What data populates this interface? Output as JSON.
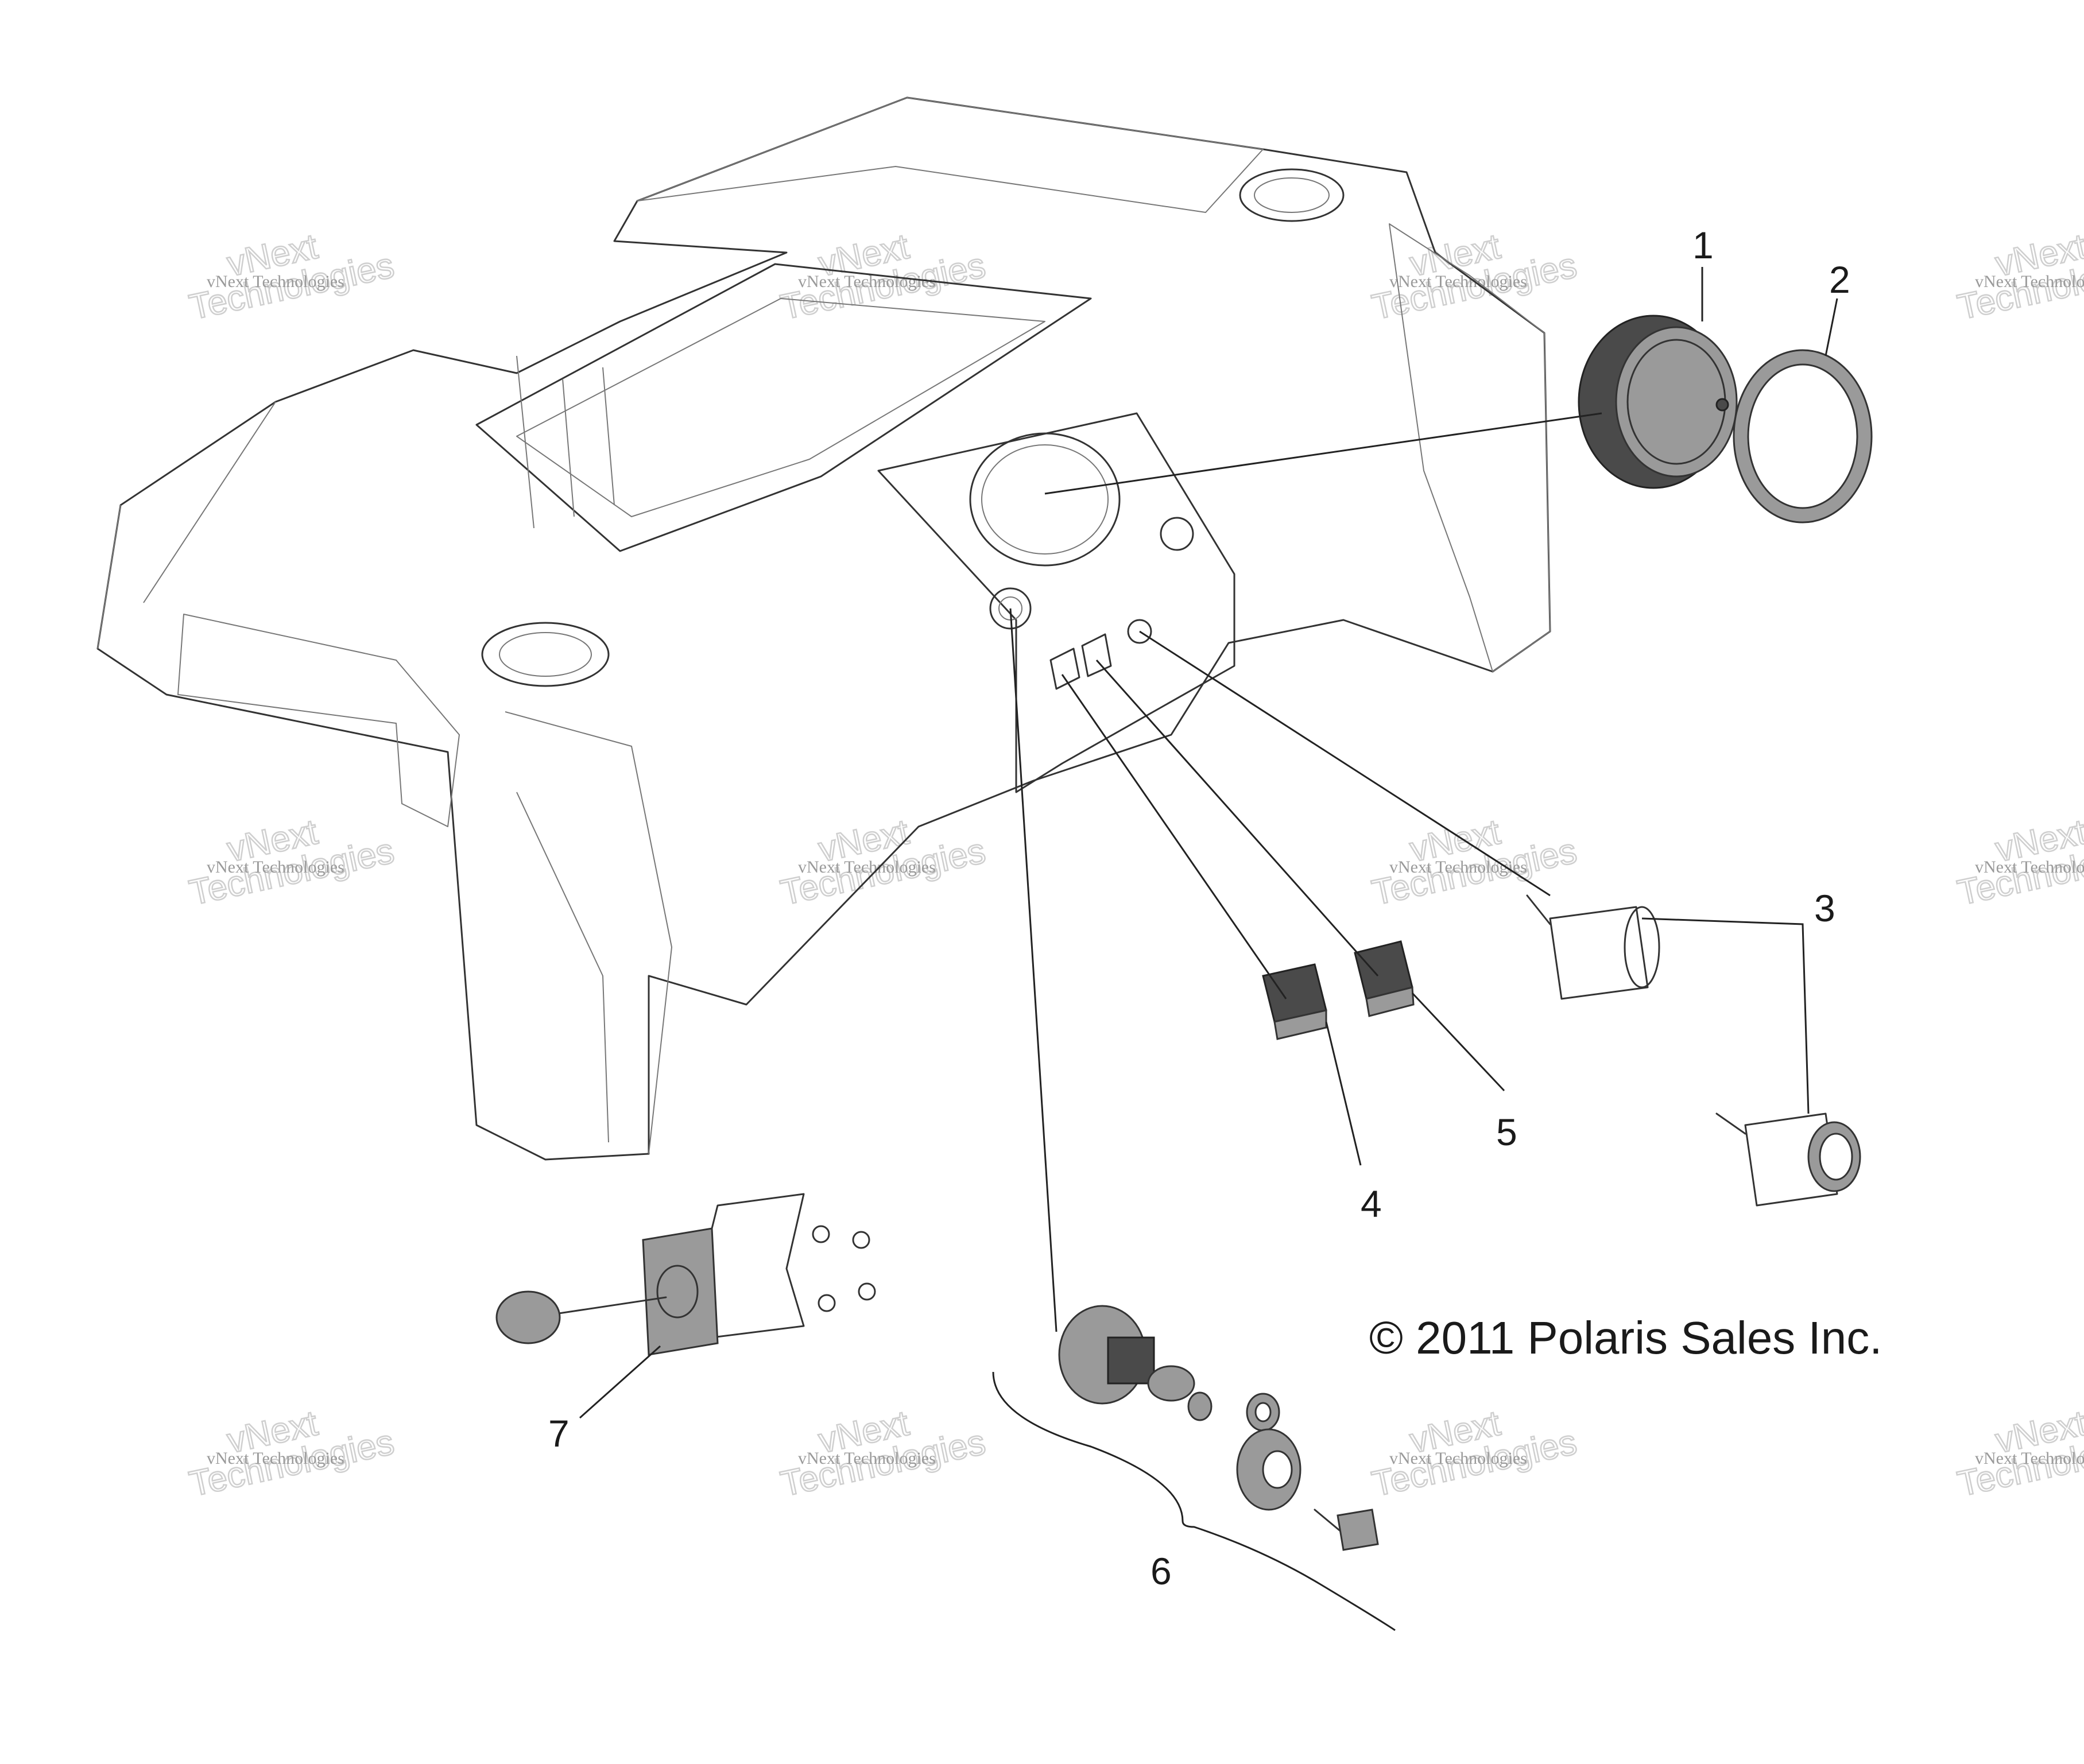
{
  "callouts": [
    "1",
    "2",
    "3",
    "4",
    "5",
    "6",
    "7"
  ],
  "copyright": "© 2011 Polaris Sales Inc.",
  "watermark": {
    "line1": "vNext Technologies",
    "line2": "Technologies",
    "line3": "vNext"
  },
  "parts": [
    {
      "id": 1,
      "icon": "instrument-cluster-gauge-icon"
    },
    {
      "id": 2,
      "icon": "gauge-bezel-ring-icon"
    },
    {
      "id": 3,
      "icon": "power-outlet-icon"
    },
    {
      "id": 4,
      "icon": "rocker-switch-icon"
    },
    {
      "id": 5,
      "icon": "rocker-switch-icon"
    },
    {
      "id": 6,
      "icon": "ignition-switch-kit-icon"
    },
    {
      "id": 7,
      "icon": "light-switch-lever-icon"
    }
  ]
}
